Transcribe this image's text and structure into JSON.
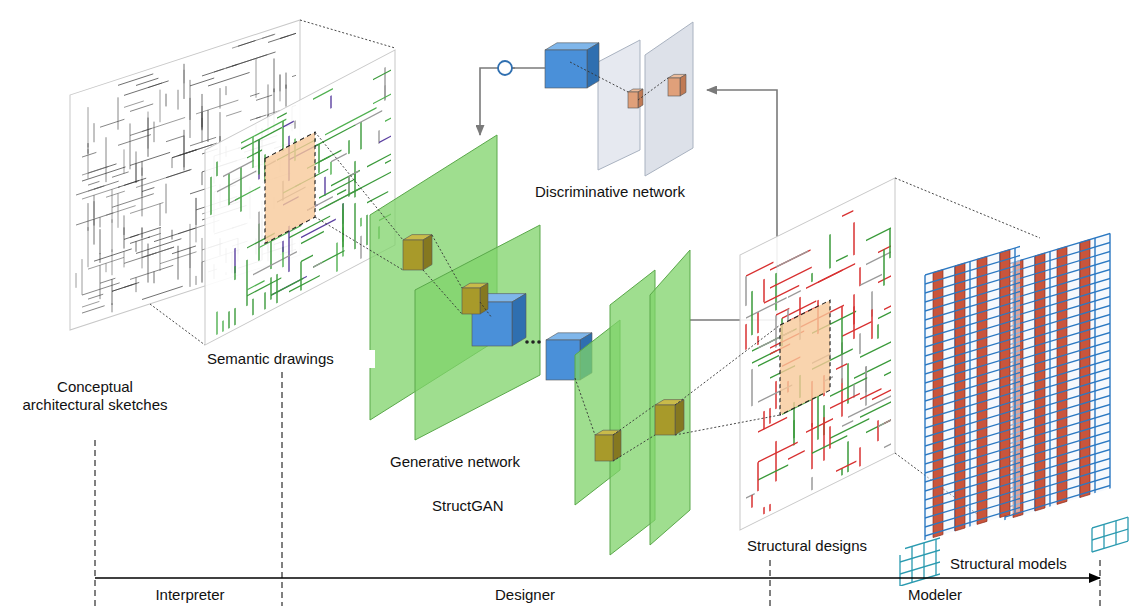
{
  "diagram": {
    "nodes": [
      {
        "text": [
          "Discriminative network"
        ]
      },
      {
        "text": [
          "Generative network"
        ]
      }
    ],
    "edges": [
      {
        "from": 1,
        "to": 0,
        "arrow": "to"
      },
      {
        "from": 0,
        "to": 1,
        "arrow": "to"
      }
    ],
    "labels": [
      "Conceptual architectural sketches",
      "Semantic drawings",
      "StructGAN",
      "Structural designs",
      "Structural models",
      "Interpreter",
      "Designer",
      "Modeler"
    ]
  }
}
